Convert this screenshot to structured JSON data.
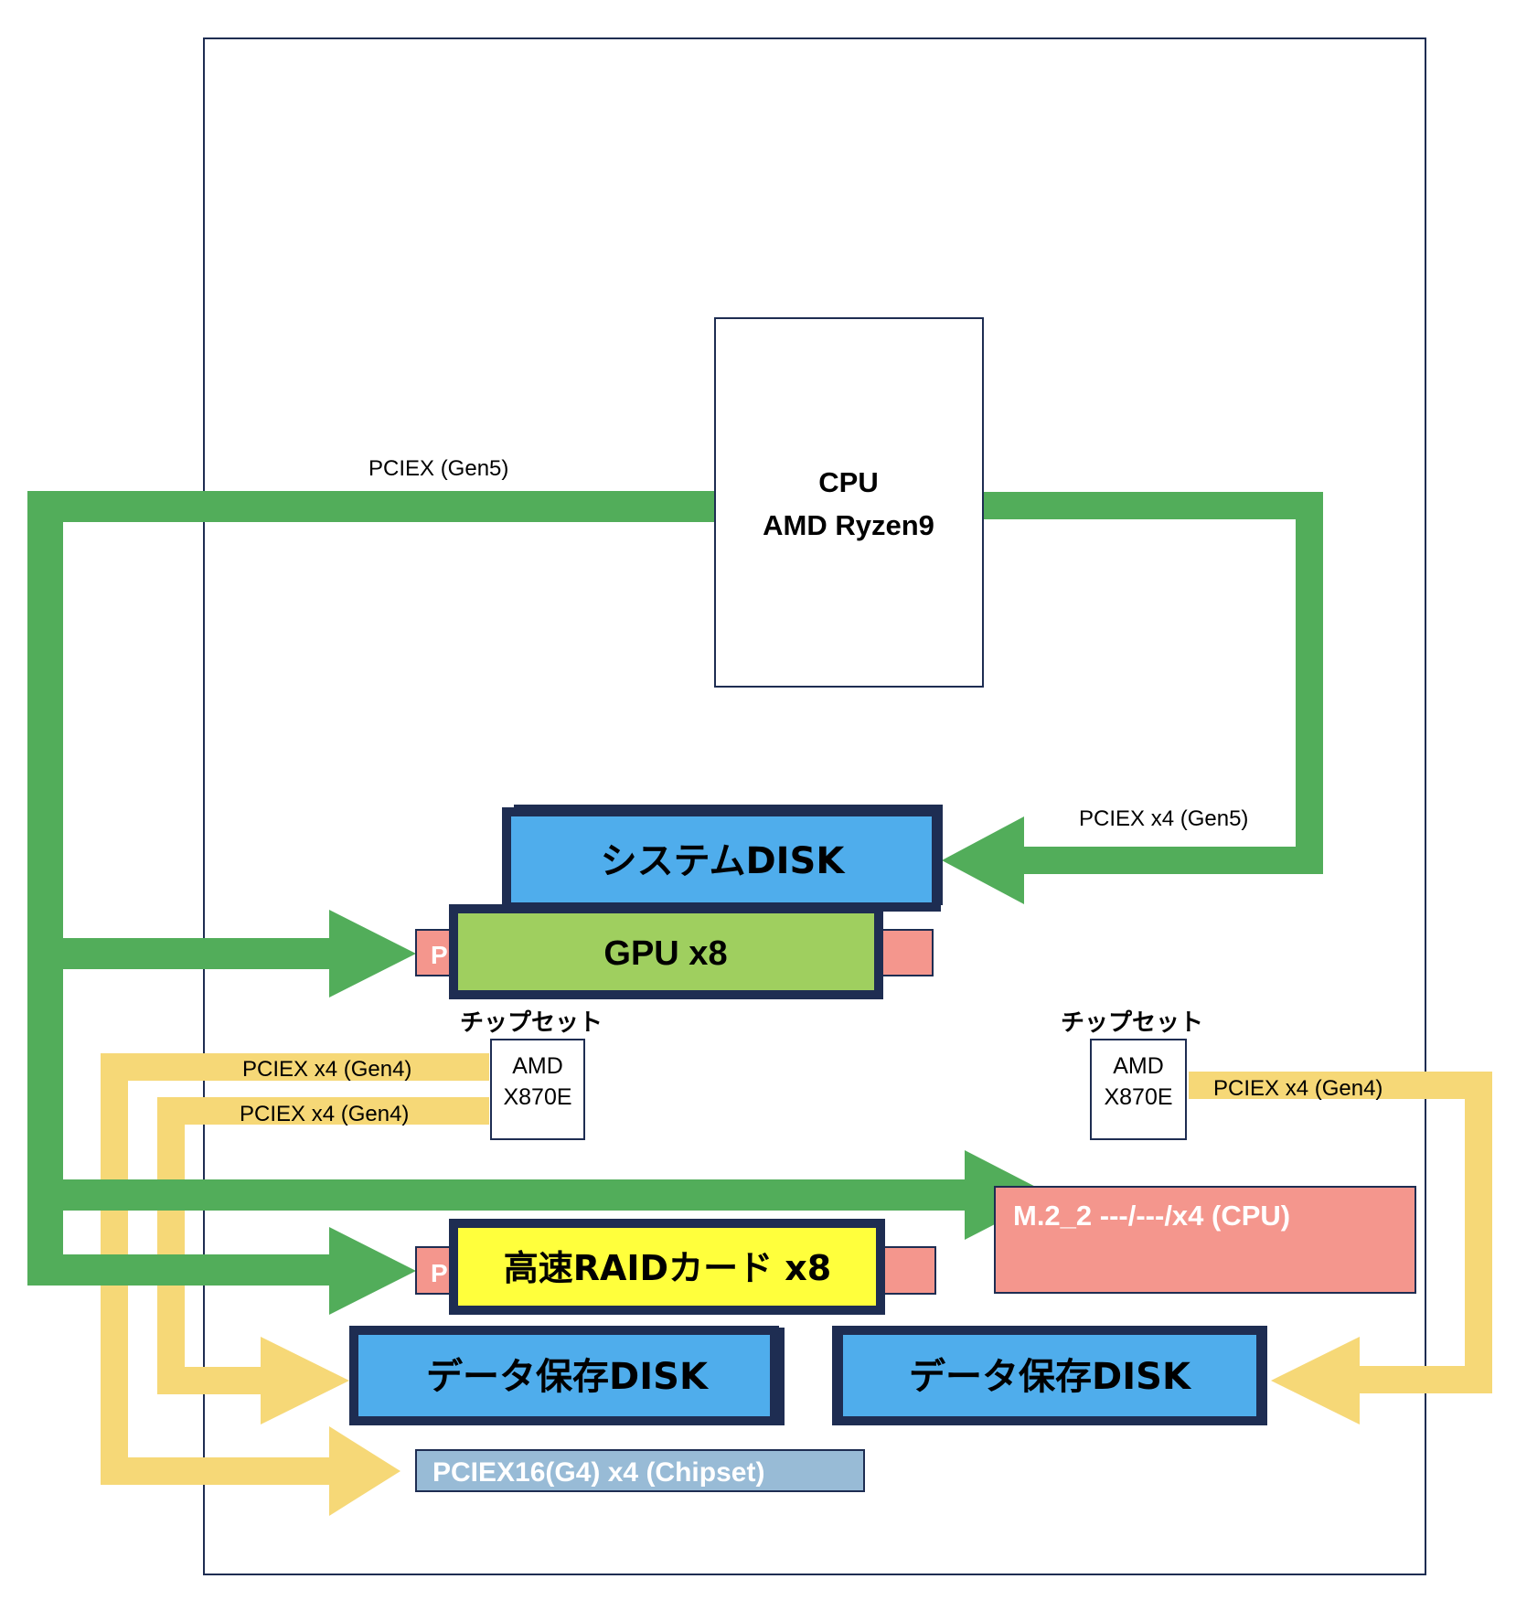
{
  "cpu": {
    "line1": "CPU",
    "line2": "AMD Ryzen9"
  },
  "chipset_left": {
    "caption": "チップセット",
    "line1": "AMD",
    "line2": "X870E"
  },
  "chipset_right": {
    "caption": "チップセット",
    "line1": "AMD",
    "line2": "X870E"
  },
  "links": {
    "gen5_main": "PCIEX (Gen5)",
    "gen5_x4": "PCIEX x4 (Gen5)",
    "gen4_left_top": "PCIEX x4 (Gen4)",
    "gen4_left_bottom": "PCIEX x4 (Gen4)",
    "gen4_right": "PCIEX x4 (Gen4)"
  },
  "devices": {
    "system_disk": "システムDISK",
    "gpu": "GPU x8",
    "gpu_slot_stub": "P",
    "raid": "高速RAIDカード x8",
    "raid_slot_stub": "P",
    "m2_slot": "M.2_2 ---/---/x4 (CPU)",
    "data_disk_left": "データ保存DISK",
    "data_disk_right": "データ保存DISK",
    "pciex16_slot": "PCIEX16(G4) x4 (Chipset)"
  },
  "colors": {
    "green": "#52ad5a",
    "yellow": "#f6d877",
    "navy": "#1e2d52",
    "disk_blue": "#4fadec",
    "gpu_green": "#9fcf5f",
    "raid_yellow": "#ffff3c",
    "slot_salmon": "#f4968d",
    "slot_lightblue": "#98bbd6",
    "board_line": "#1e2d52"
  }
}
